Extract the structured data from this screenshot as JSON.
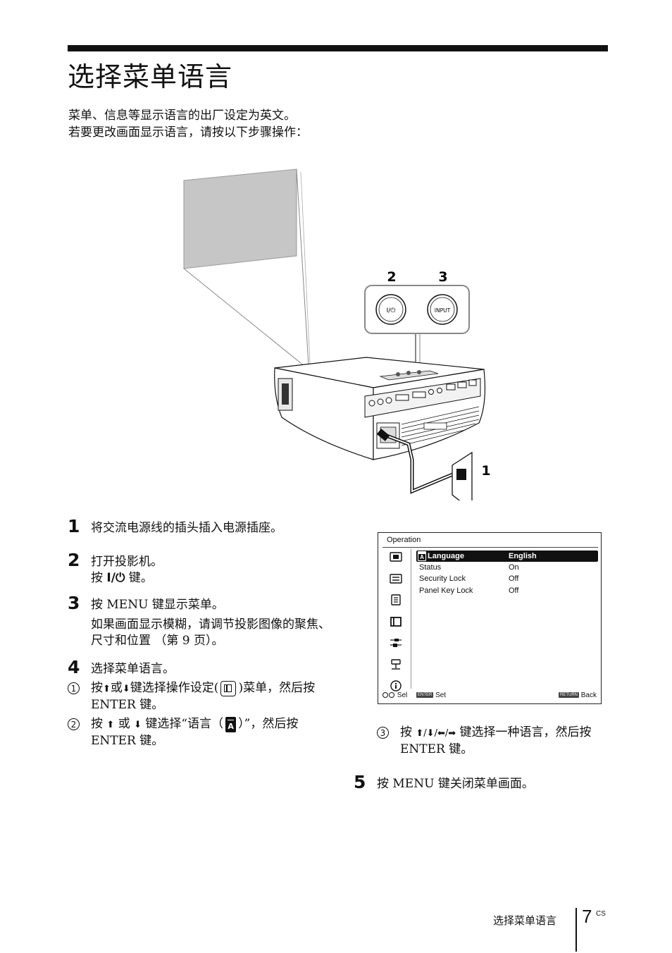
{
  "page": {
    "title": "选择菜单语言",
    "intro": [
      "菜单、信息等显示语言的出厂设定为英文。",
      "若要更改画面显示语言，请按以下步骤操作："
    ],
    "footer_label": "选择菜单语言",
    "page_number": "7",
    "page_suffix": "CS"
  },
  "illustration": {
    "callout_1": "1",
    "callout_2": "2",
    "callout_3": "3",
    "power_button_label": "I/⏻",
    "input_button_label": "INPUT"
  },
  "steps": {
    "s1": {
      "num": "1",
      "text": "将交流电源线的插头插入电源插座。"
    },
    "s2": {
      "num": "2",
      "line1": "打开投影机。",
      "line2_pre": "按 ",
      "line2_key": "I/⏻",
      "line2_post": " 键。"
    },
    "s3": {
      "num": "3",
      "line1": "按 MENU 键显示菜单。",
      "line2": "如果画面显示模糊，请调节投影图像的聚焦、尺寸和位置 （第 9 页）。"
    },
    "s4": {
      "num": "4",
      "line1": "选择菜单语言。",
      "sub1_num": "1",
      "sub1_pre": "按",
      "sub1_up": "⬆",
      "sub1_or": "或",
      "sub1_down": "⬇",
      "sub1_mid": "键选择操作设定(",
      "sub1_post": ")菜单，然后按 ENTER 键。",
      "sub2_num": "2",
      "sub2_pre": "按 ",
      "sub2_up": "⬆",
      "sub2_or": " 或 ",
      "sub2_down": "⬇",
      "sub2_mid": " 键选择“语言（",
      "sub2_icon_letter": "A",
      "sub2_post": "）”，然后按 ENTER 键。",
      "sub3_num": "3",
      "sub3_pre": "按 ",
      "sub3_arrows": "⬆/⬇/⬅/➡",
      "sub3_post": " 键选择一种语言，然后按 ENTER 键。"
    },
    "s5": {
      "num": "5",
      "text": "按 MENU 键关闭菜单画面。"
    }
  },
  "osd_menu": {
    "title": "Operation",
    "rows": [
      {
        "label": "Language",
        "value": "English",
        "selected": true
      },
      {
        "label": "Status",
        "value": "On"
      },
      {
        "label": "Security Lock",
        "value": "Off"
      },
      {
        "label": "Panel Key Lock",
        "value": "Off"
      }
    ],
    "icon_letter": "A",
    "sidebar_icons": [
      "picture-icon",
      "picture-adjust-icon",
      "function-icon",
      "operation-icon",
      "connection-icon",
      "installation-icon",
      "information-icon"
    ],
    "footer": {
      "sel_label": "Sel",
      "enter_tag": "ENTER",
      "set_label": "Set",
      "return_tag": "RETURN",
      "back_label": "Back"
    }
  }
}
